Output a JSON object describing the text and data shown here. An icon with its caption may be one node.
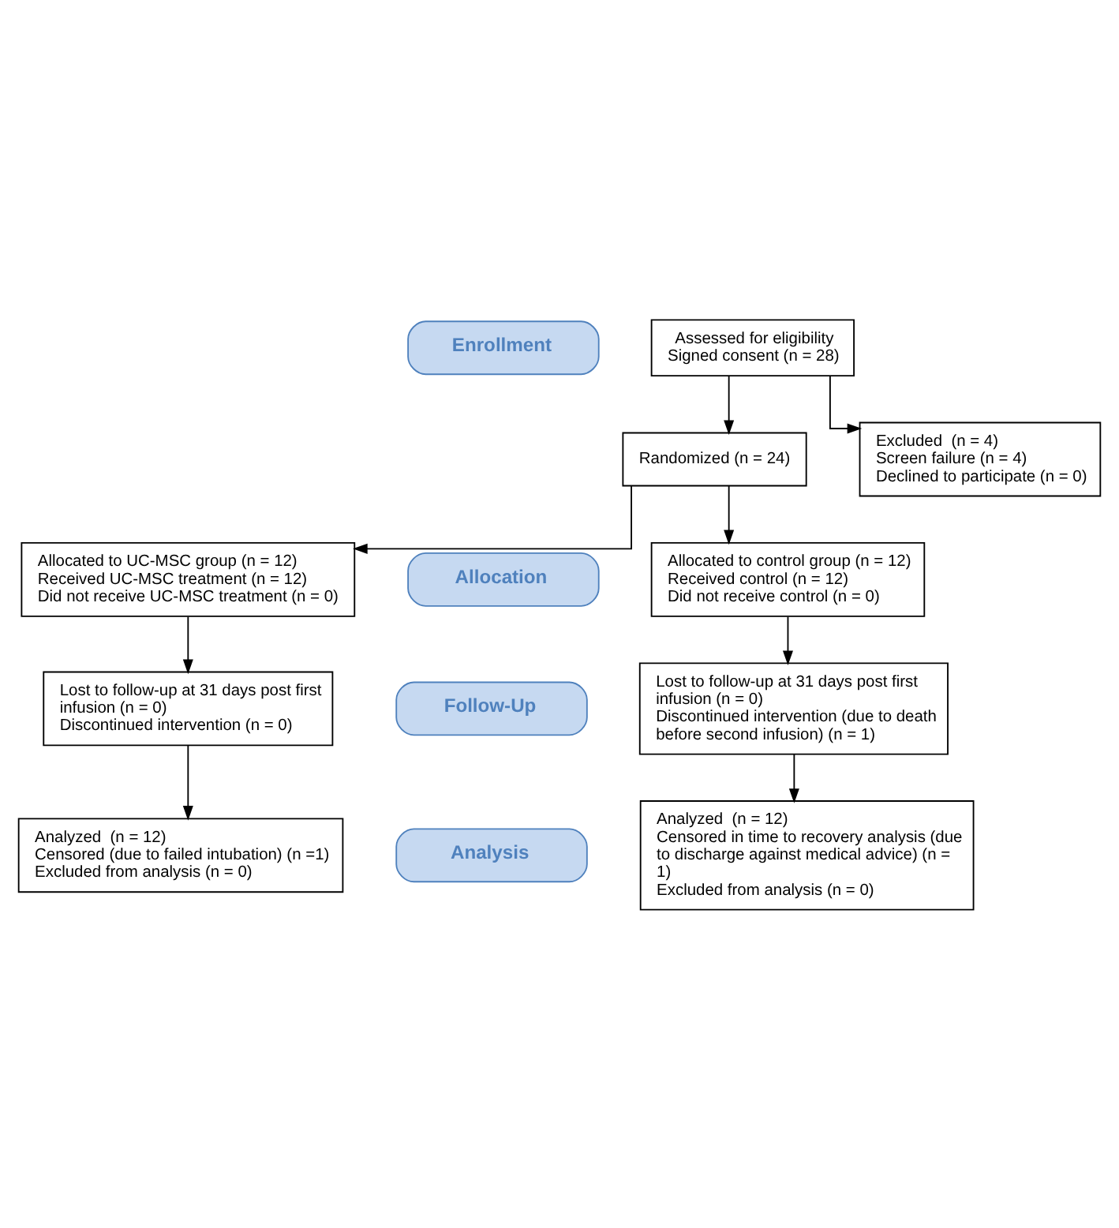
{
  "diagram": {
    "nodes": [
      {
        "text": [
          "Assessed for eligibility Signed consent (n = 28)"
        ]
      },
      {
        "text": [
          "Enrollment"
        ]
      },
      {
        "text": [
          "Excluded  (n = 4)",
          "Screen failure (n = 4)",
          "Declined to participate (n = 0)"
        ]
      },
      {
        "text": [
          "Randomized (n = 24)"
        ]
      },
      {
        "text": [
          "Allocation"
        ]
      },
      {
        "text": [
          "Allocated to UC-MSC group (n = 12)",
          "Received UC-MSC treatment (n = 12)",
          "Did not receive UC-MSC treatment (n = 0)"
        ]
      },
      {
        "text": [
          "Allocated to control group (n = 12)",
          "Received control (n = 12)",
          "Did not receive control (n = 0)"
        ]
      },
      {
        "text": [
          "Follow-Up"
        ]
      },
      {
        "text": [
          "Lost to follow-up at 31 days post first infusion (n = 0)",
          "Discontinued intervention (n = 0)"
        ]
      },
      {
        "text": [
          "Lost to follow-up at 31 days post first infusion (n = 0)",
          "Discontinued intervention (due to death before second infusion) (n = 1)"
        ]
      },
      {
        "text": [
          "Analysis"
        ]
      },
      {
        "text": [
          "Analyzed  (n = 12)",
          "Censored (due to failed intubation) (n =1)",
          "Excluded from analysis (n = 0)"
        ]
      },
      {
        "text": [
          "Analyzed  (n = 12)",
          "Censored in time to recovery analysis (due to discharge against medical advice) (n =  1)",
          "Excluded from analysis (n = 0)"
        ]
      }
    ],
    "edges": [
      {
        "from": 0,
        "to": 2,
        "arrow": "to"
      },
      {
        "from": 0,
        "to": 3,
        "arrow": "to"
      },
      {
        "from": 3,
        "to": 5,
        "arrow": "to"
      },
      {
        "from": 3,
        "to": 6,
        "arrow": "to"
      },
      {
        "from": 5,
        "to": 8,
        "arrow": "to"
      },
      {
        "from": 6,
        "to": 9,
        "arrow": "to"
      },
      {
        "from": 8,
        "to": 11,
        "arrow": "to"
      },
      {
        "from": 9,
        "to": 12,
        "arrow": "to"
      }
    ]
  }
}
